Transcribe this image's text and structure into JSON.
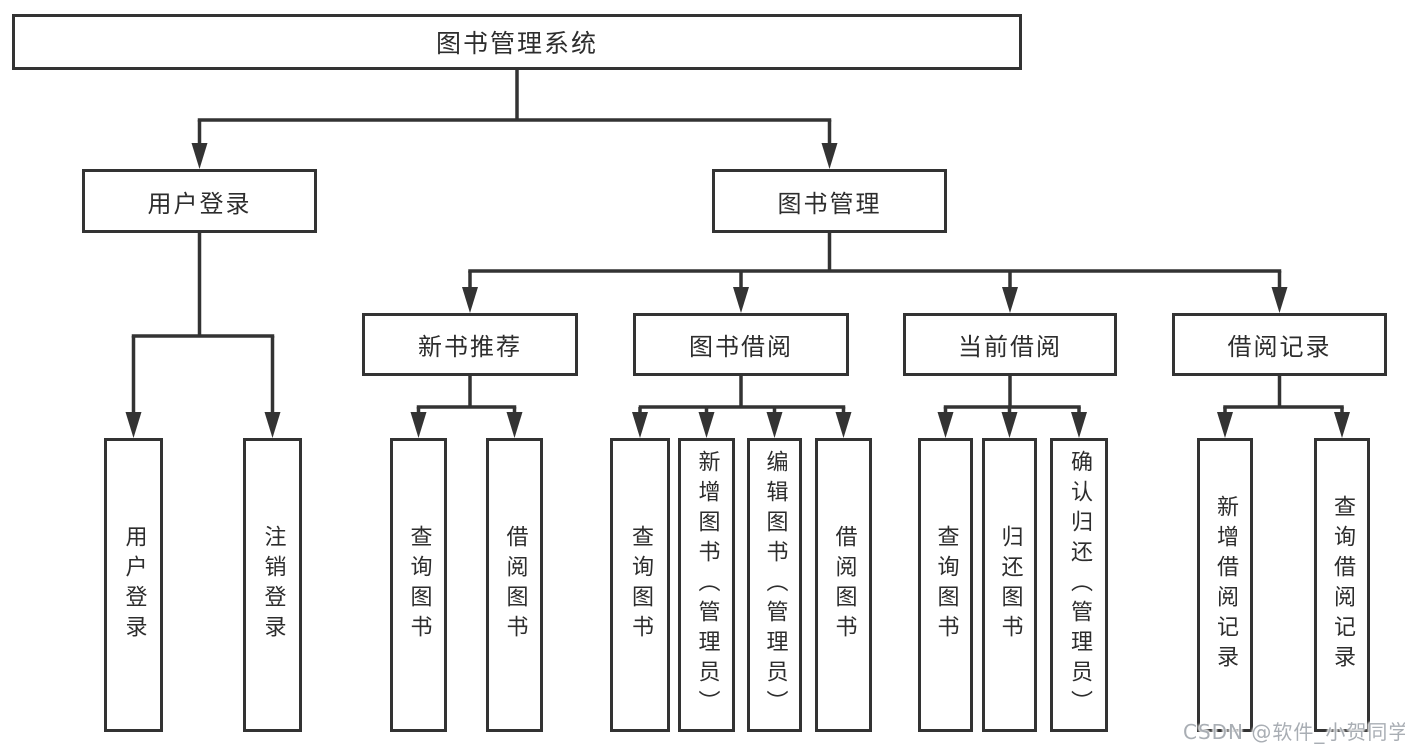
{
  "tree": {
    "label": "图书管理系统",
    "children": [
      {
        "label": "用户登录",
        "children": [
          {
            "label": "用户登录"
          },
          {
            "label": "注销登录"
          }
        ]
      },
      {
        "label": "图书管理",
        "children": [
          {
            "label": "新书推荐",
            "children": [
              {
                "label": "查询图书"
              },
              {
                "label": "借阅图书"
              }
            ]
          },
          {
            "label": "图书借阅",
            "children": [
              {
                "label": "查询图书"
              },
              {
                "label": "新增图书（管理员）"
              },
              {
                "label": "编辑图书（管理员）"
              },
              {
                "label": "借阅图书"
              }
            ]
          },
          {
            "label": "当前借阅",
            "children": [
              {
                "label": "查询图书"
              },
              {
                "label": "归还图书"
              },
              {
                "label": "确认归还（管理员）"
              }
            ]
          },
          {
            "label": "借阅记录",
            "children": [
              {
                "label": "新增借阅记录"
              },
              {
                "label": "查询借阅记录"
              }
            ]
          }
        ]
      }
    ]
  },
  "watermark": {
    "text": "CSDN @软件_小贺同学"
  },
  "colors": {
    "box_border": "#333333",
    "box_fill": "#ffffff",
    "connector": "#333333",
    "text": "#2d2d2d",
    "watermark_text": "#a9aeb4",
    "background": "#ffffff"
  }
}
